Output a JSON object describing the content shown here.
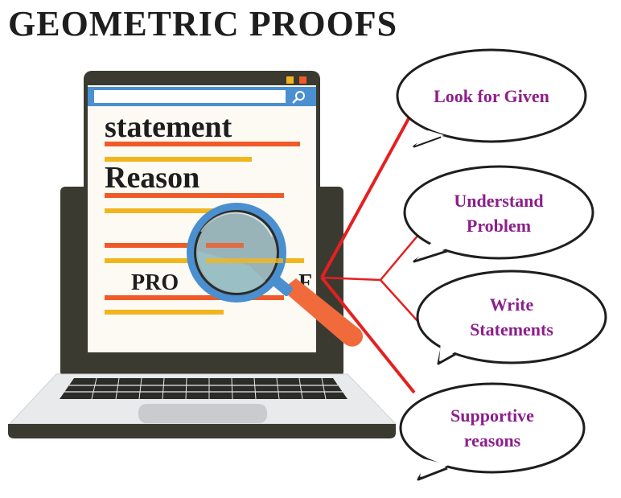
{
  "title": "GEOMETRIC  PROOFS",
  "document": {
    "statement": "statement",
    "reason": "Reason",
    "proof_left": "PRO",
    "proof_right": "F"
  },
  "bubbles": [
    {
      "lines": [
        "Look for Given"
      ]
    },
    {
      "lines": [
        "Understand",
        "Problem"
      ]
    },
    {
      "lines": [
        "Write",
        "Statements"
      ]
    },
    {
      "lines": [
        "Supportive",
        "reasons"
      ]
    }
  ],
  "colors": {
    "laptop_dark": "#3a3a30",
    "doc_bg": "#fdfaf3",
    "bar_orange": "#f05a28",
    "bar_yellow": "#f2b51e",
    "search_bar": "#4a8fd0",
    "connector_red": "#e42020",
    "bubble_text": "#8b1f8b",
    "magnifier_handle": "#f06a3c",
    "lens": "#bfe3e8"
  }
}
